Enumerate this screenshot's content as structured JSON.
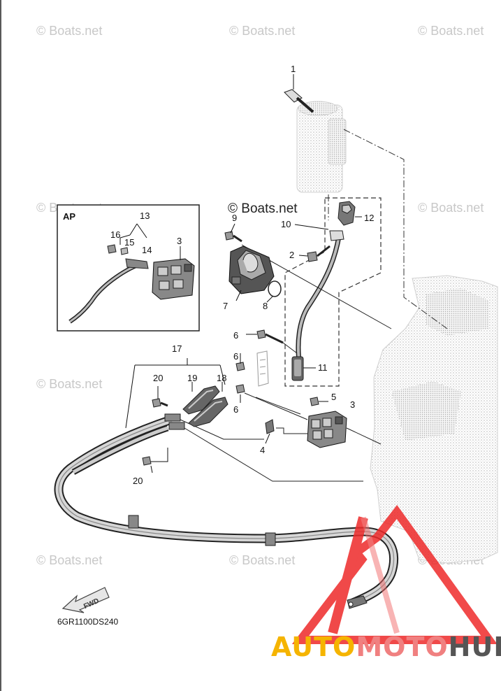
{
  "watermark": {
    "text": "© Boats.net",
    "center_text": "© Boats.net"
  },
  "inset": {
    "title": "AP",
    "callouts": [
      "13",
      "16",
      "15",
      "14",
      "3"
    ]
  },
  "callouts": {
    "c1": "1",
    "c9": "9",
    "c10": "10",
    "c12": "12",
    "c2": "2",
    "c7": "7",
    "c8": "8",
    "c6a": "6",
    "c6b": "6",
    "c6c": "6",
    "c11": "11",
    "c17": "17",
    "c20a": "20",
    "c19": "19",
    "c18": "18",
    "c5": "5",
    "c3": "3",
    "c4": "4",
    "c20b": "20"
  },
  "direction_arrow": "FWD",
  "drawing_code": "6GR1100DS240",
  "brand": {
    "part1": "AUTO",
    "part2": "MOTO",
    "part3": "HUB",
    "colors": {
      "part1": "#f5b400",
      "part2": "#f08080",
      "part3": "#555555",
      "logo": "#ee2a2a"
    }
  }
}
